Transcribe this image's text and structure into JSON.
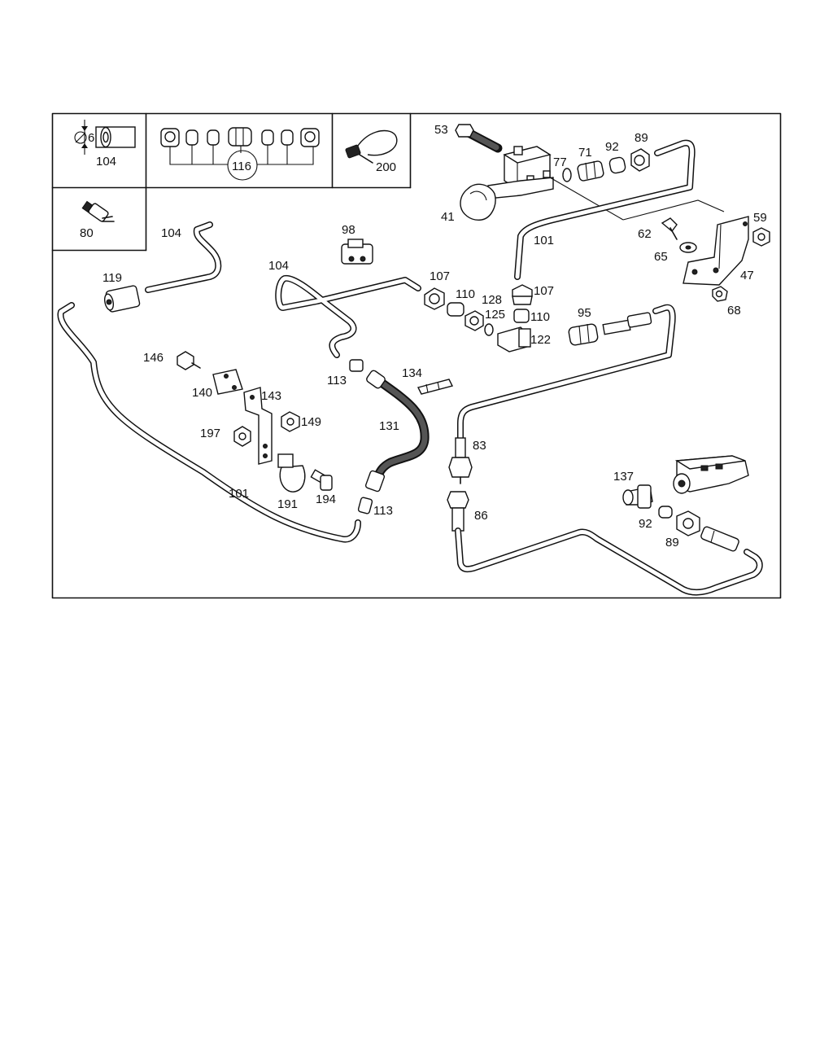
{
  "labels": {
    "l104_inset": "104",
    "l6": "6",
    "l116": "116",
    "l200": "200",
    "l80": "80",
    "l53": "53",
    "l77": "77",
    "l71": "71",
    "l92_top": "92",
    "l89_top": "89",
    "l41": "41",
    "l101_top": "101",
    "l62": "62",
    "l59": "59",
    "l65": "65",
    "l47": "47",
    "l68": "68",
    "l98": "98",
    "l104_left": "104",
    "l104_mid": "104",
    "l119": "119",
    "l107_a": "107",
    "l110_a": "110",
    "l128": "128",
    "l107_b": "107",
    "l125": "125",
    "l110_b": "110",
    "l95": "95",
    "l122": "122",
    "l146": "146",
    "l140": "140",
    "l143": "143",
    "l149": "149",
    "l197": "197",
    "l113_a": "113",
    "l134": "134",
    "l131": "131",
    "l83": "83",
    "l137": "137",
    "l101_left": "101",
    "l191": "191",
    "l194": "194",
    "l113_b": "113",
    "l86": "86",
    "l92_bot": "92",
    "l89_bot": "89"
  }
}
